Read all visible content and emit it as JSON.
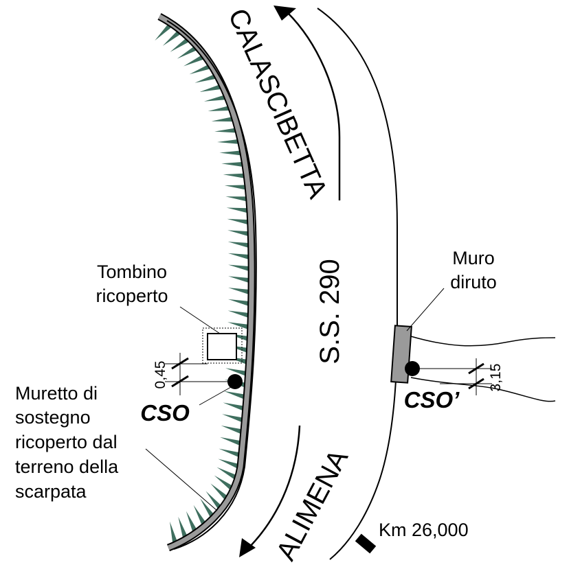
{
  "road": {
    "name": "S.S. 290",
    "toward_north": "CALASCIBETTA",
    "toward_south": "ALIMENA",
    "km_marker": "Km 26,000"
  },
  "labels": {
    "tombino_line1": "Tombino",
    "tombino_line2": "ricoperto",
    "muro_line1": "Muro",
    "muro_line2": "diruto",
    "muretto_line1": "Muretto di",
    "muretto_line2": "sostegno",
    "muretto_line3": "ricoperto dal",
    "muretto_line4": "terreno della",
    "muretto_line5": "scarpata"
  },
  "points": {
    "left": "CSO",
    "right": "CSO’"
  },
  "dimensions": {
    "left": "0,45",
    "right": "3,15"
  },
  "colors": {
    "embankment_teeth": "#3f6f5f",
    "wall": "#9a9a9a",
    "line": "#000000"
  }
}
